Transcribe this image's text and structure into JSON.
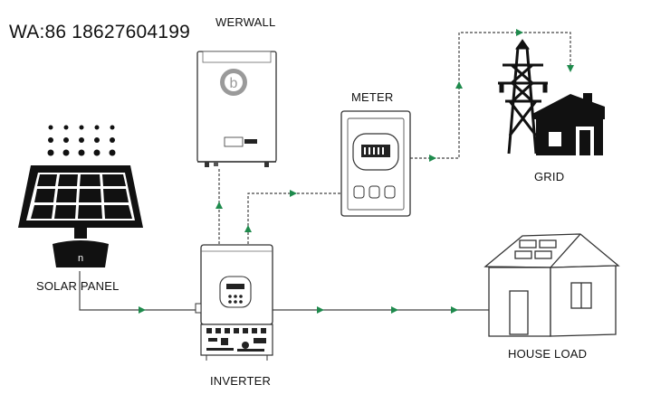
{
  "watermark": "WA:86 18627604199",
  "labels": {
    "powerwall": "WERWALL",
    "meter": "METER",
    "grid": "GRID",
    "solar_panel": "SOLAR PANEL",
    "house_load": "HOUSE LOAD",
    "inverter": "INVERTER"
  },
  "colors": {
    "line": "#444444",
    "arrow": "#1e8a4c",
    "device_fill": "#ffffff",
    "dark": "#111111",
    "logo_gray": "#9a9a9a"
  },
  "flows": [
    {
      "from": "solar_panel",
      "to": "inverter",
      "style": "solid"
    },
    {
      "from": "inverter",
      "to": "house_load",
      "style": "solid"
    },
    {
      "from": "inverter",
      "to": "powerwall",
      "style": "dashed"
    },
    {
      "from": "inverter",
      "to": "meter",
      "style": "dashed"
    },
    {
      "from": "meter",
      "to": "grid",
      "style": "dashed"
    }
  ]
}
